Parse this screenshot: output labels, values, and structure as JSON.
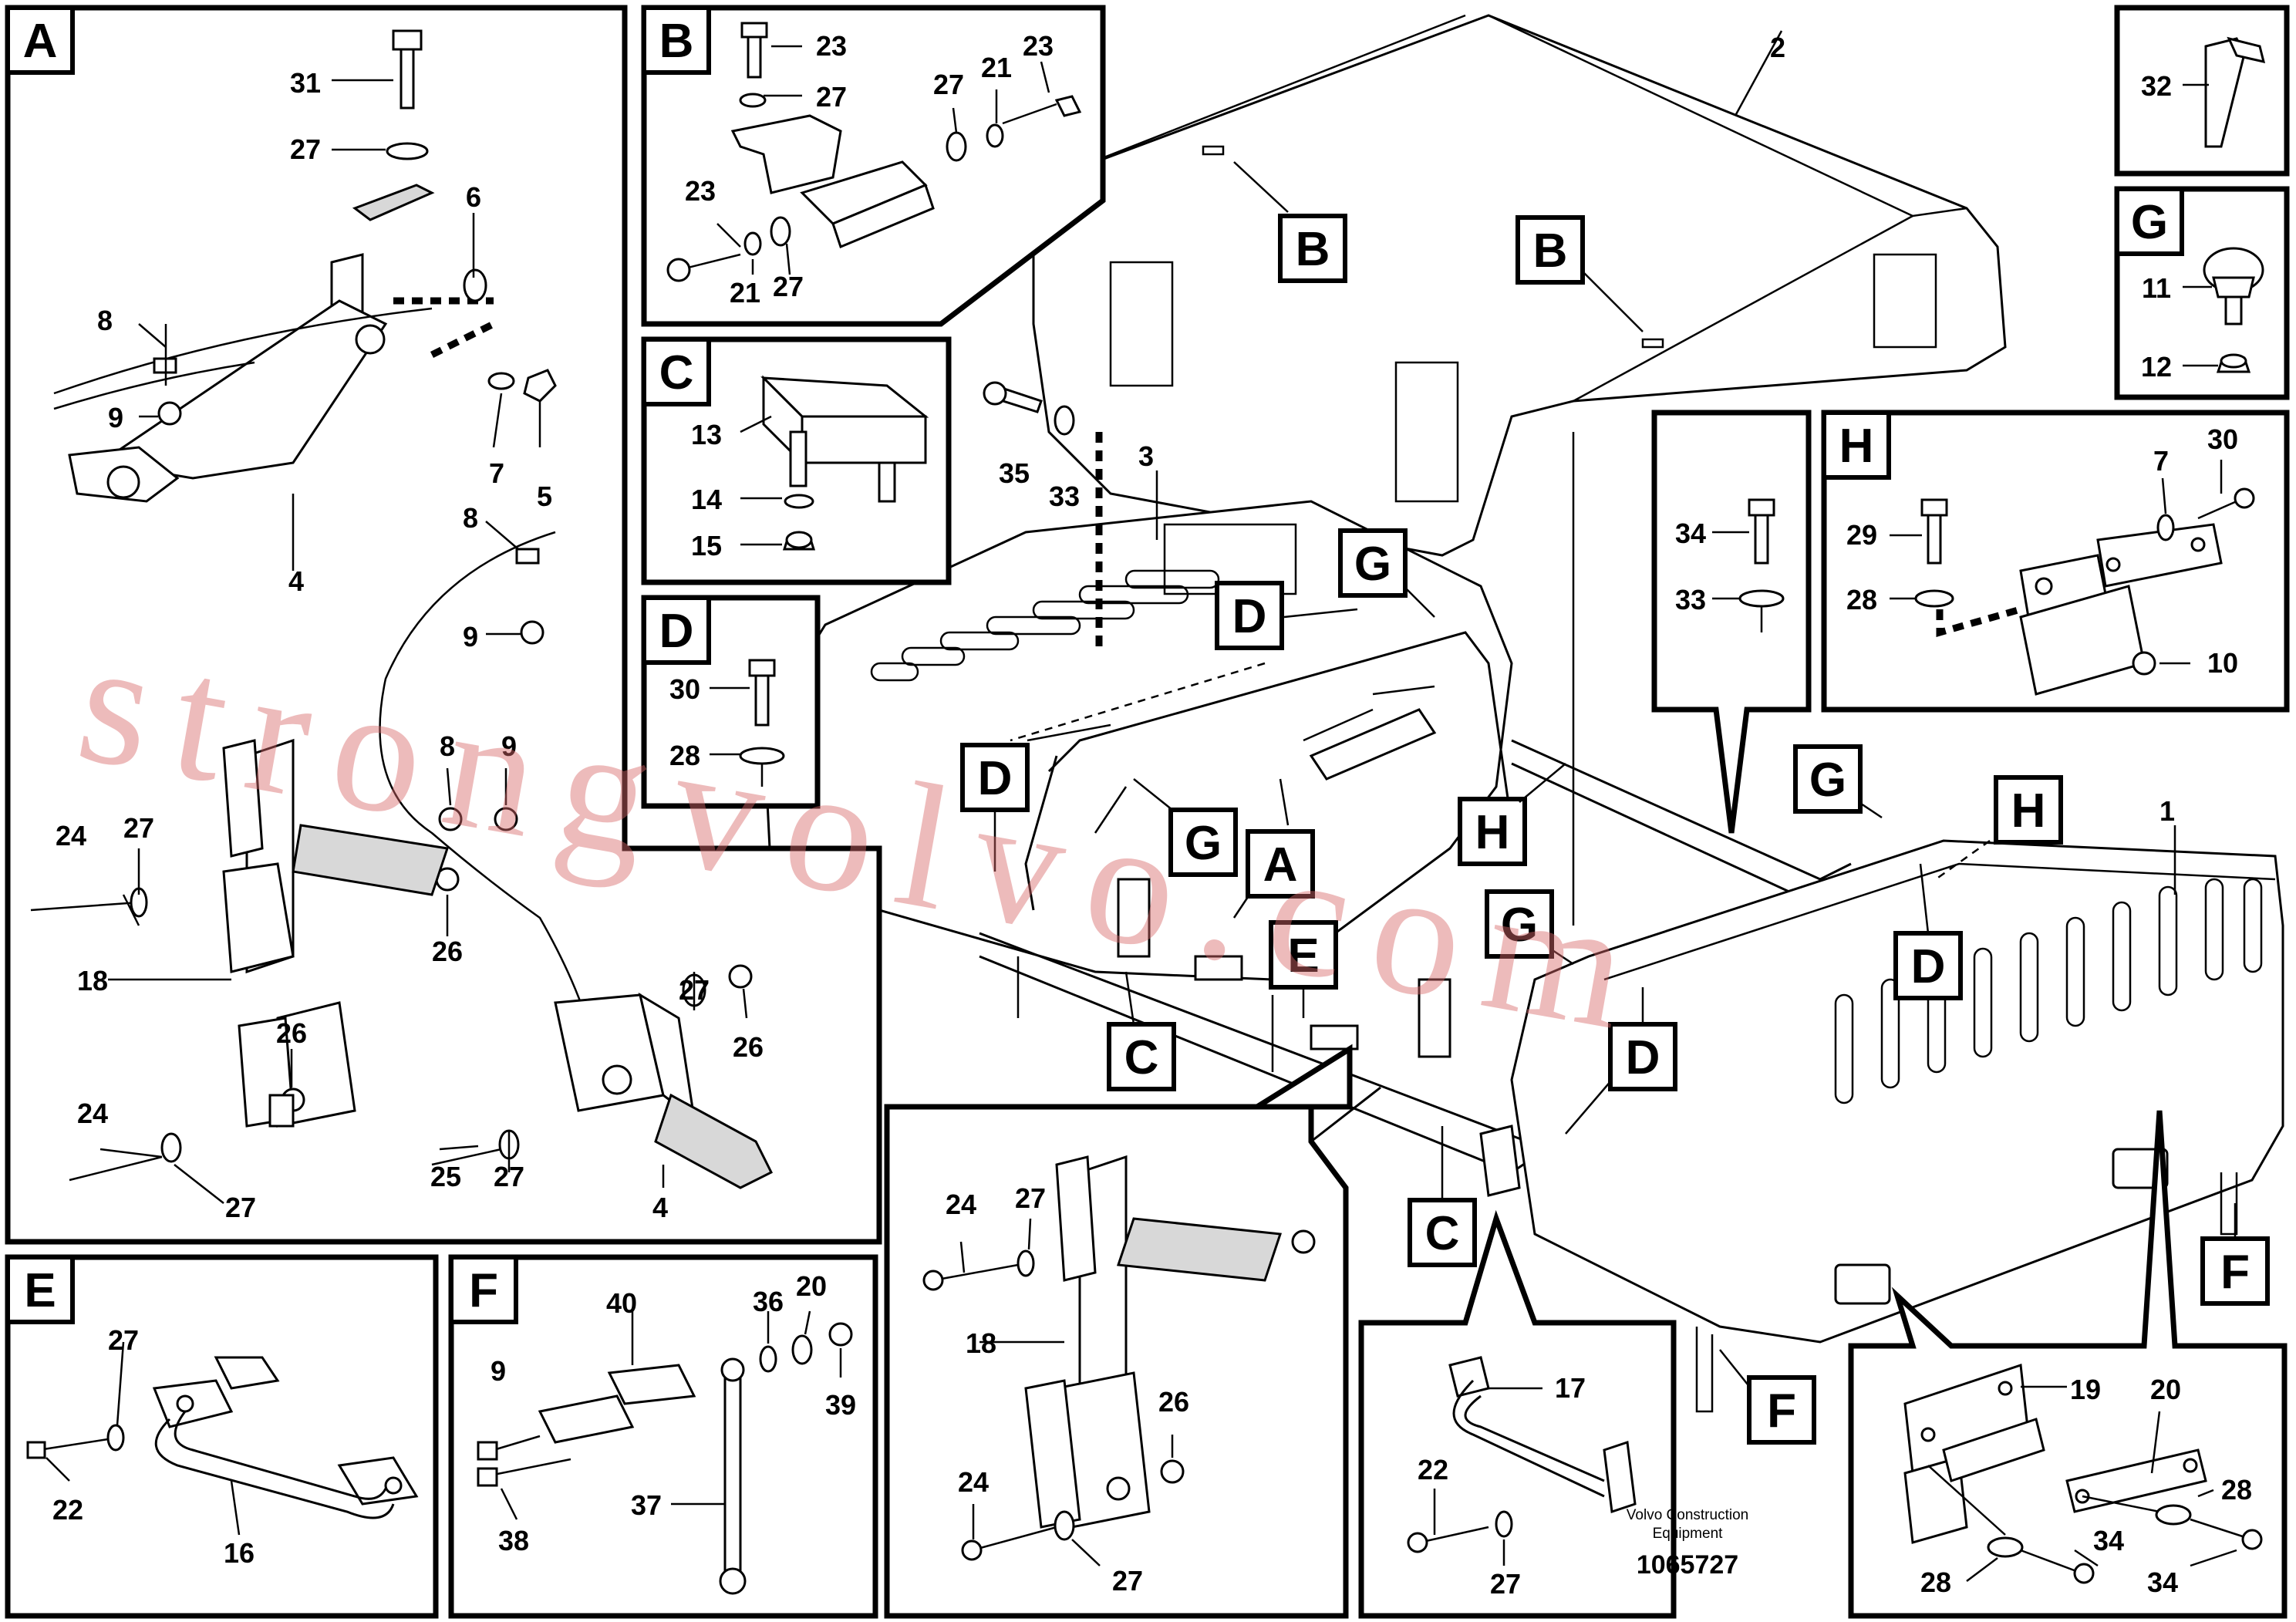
{
  "panels": {
    "A": "A",
    "B": "B",
    "C": "C",
    "D": "D",
    "E": "E",
    "F": "F",
    "G": "G",
    "H": "H"
  },
  "callouts": {
    "A": "A",
    "B": "B",
    "C": "C",
    "D": "D",
    "E": "E",
    "F": "F",
    "G": "G",
    "H": "H"
  },
  "part_numbers": {
    "p1": "1",
    "p2": "2",
    "p3": "3",
    "p4": "4",
    "p5": "5",
    "p6": "6",
    "p7": "7",
    "p8": "8",
    "p9": "9",
    "p10": "10",
    "p11": "11",
    "p12": "12",
    "p13": "13",
    "p14": "14",
    "p15": "15",
    "p16": "16",
    "p17": "17",
    "p18": "18",
    "p19": "19",
    "p20": "20",
    "p21": "21",
    "p22": "22",
    "p23": "23",
    "p24": "24",
    "p25": "25",
    "p26": "26",
    "p27": "27",
    "p28": "28",
    "p29": "29",
    "p30": "30",
    "p31": "31",
    "p32": "32",
    "p33": "33",
    "p34": "34",
    "p35": "35",
    "p36": "36",
    "p37": "37",
    "p38": "38",
    "p39": "39",
    "p40": "40"
  },
  "footer": {
    "brand_line1": "Volvo Construction",
    "brand_line2": "Equipment",
    "drawing_number": "1065727"
  },
  "watermark": "strongvolvo.com",
  "colors": {
    "ink": "#000000",
    "paper": "#ffffff",
    "watermark": "#d9696b"
  }
}
